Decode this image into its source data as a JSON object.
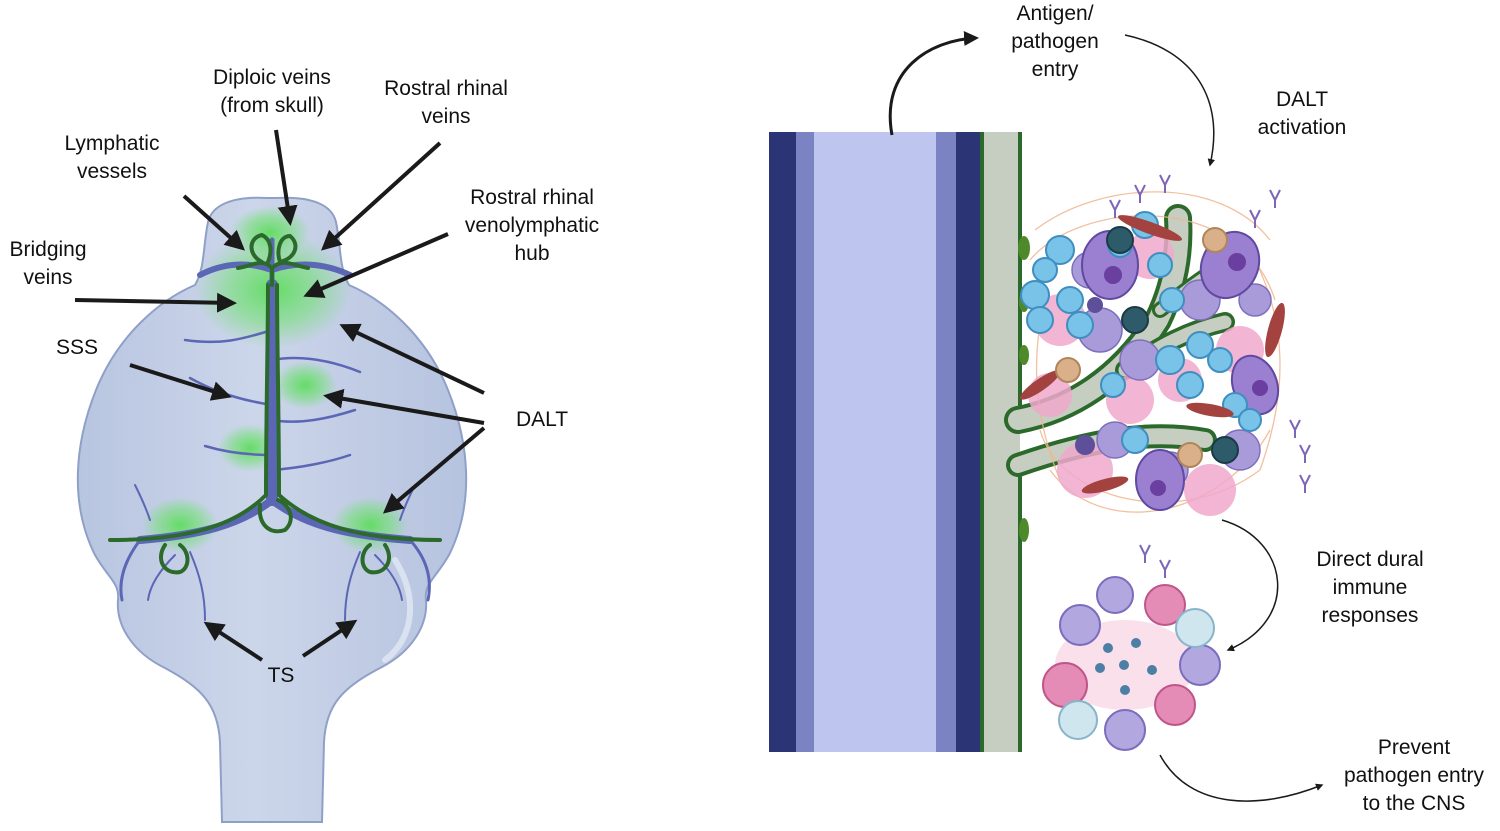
{
  "left_panel": {
    "labels": {
      "diploic_veins": [
        "Diploic veins",
        "(from skull)"
      ],
      "rostral_rhinal_veins": [
        "Rostral rhinal",
        "veins"
      ],
      "lymphatic_vessels": [
        "Lymphatic",
        "vessels"
      ],
      "rostral_rhinal_hub": [
        "Rostral rhinal",
        "venolymphatic",
        "hub"
      ],
      "bridging_veins": [
        "Bridging",
        "veins"
      ],
      "sss": [
        "SSS"
      ],
      "dalt": [
        "DALT"
      ],
      "ts": [
        "TS"
      ]
    }
  },
  "right_panel": {
    "labels": {
      "antigen_entry": [
        "Antigen/",
        "pathogen",
        "entry"
      ],
      "dalt_activation": [
        "DALT",
        "activation"
      ],
      "direct_dural": [
        "Direct dural",
        "immune",
        "responses"
      ],
      "prevent_entry": [
        "Prevent",
        "pathogen entry",
        "to the CNS"
      ]
    }
  },
  "colors": {
    "brain_fill": "#c5d0e6",
    "brain_edge": "#8fa0c8",
    "vein": "#5b67b5",
    "lymphatic_green": "#2c6a2c",
    "dalt_glow": "#5fdc5f",
    "arrow": "#1a1a1a",
    "skull_dark": "#2b3576",
    "skull_mid": "#7b83c3",
    "skull_light": "#bec5ef",
    "dura_gray": "#c6cec2",
    "cell_blue": "#79c2e8",
    "cell_purple": "#a99bd9",
    "cell_pink": "#f0a9cc",
    "cell_teal": "#2e5b6a",
    "fibroblast": "#a3423e"
  }
}
